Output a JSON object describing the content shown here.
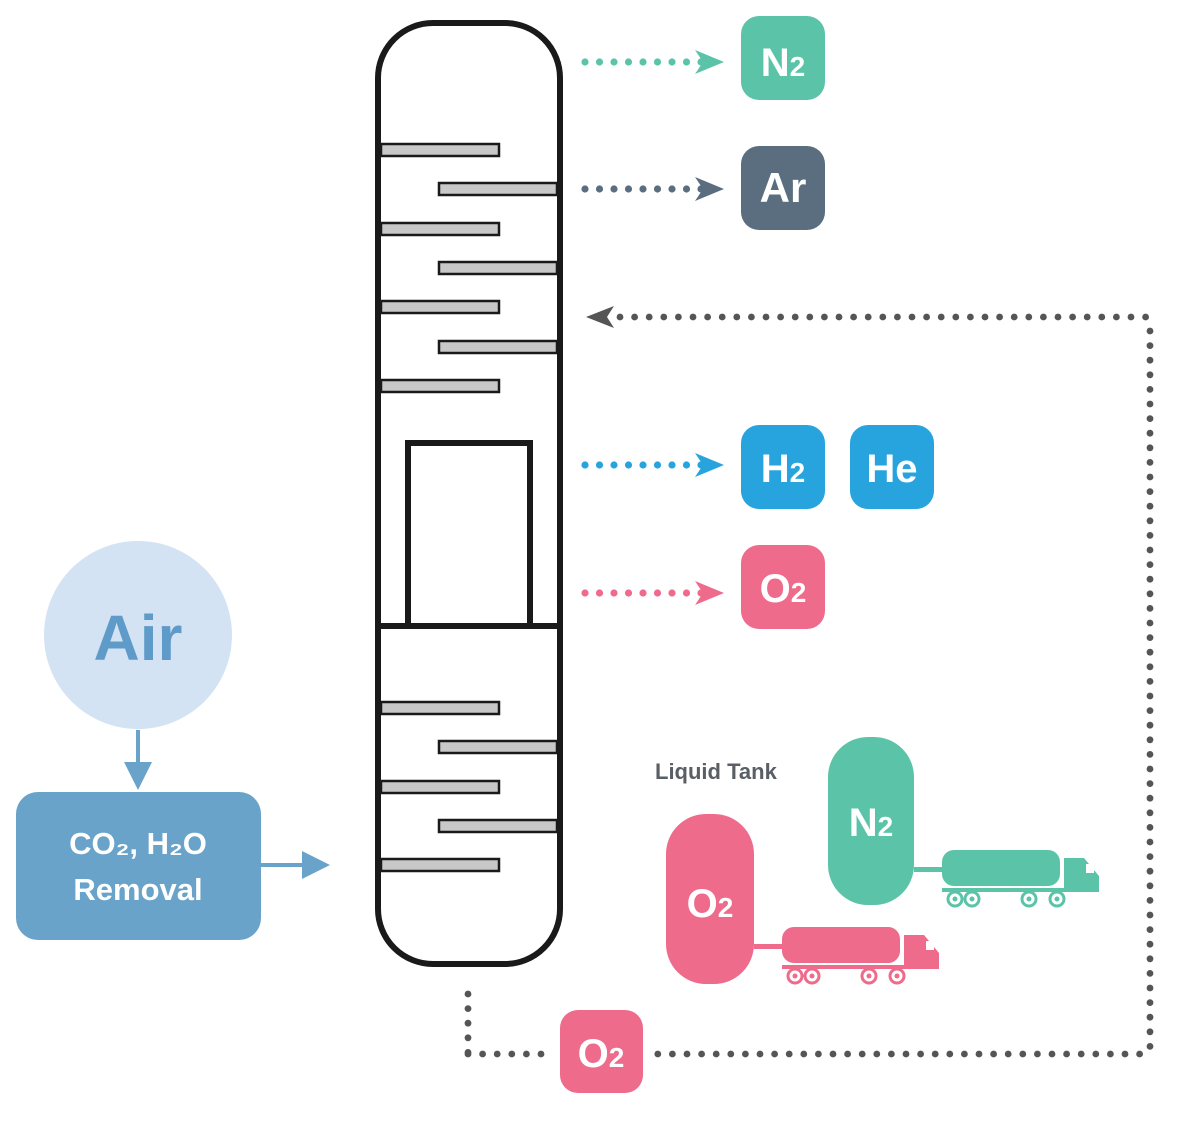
{
  "colors": {
    "n2": "#5bc4a8",
    "ar": "#5a6e80",
    "h2": "#27a3dd",
    "he": "#27a3dd",
    "o2": "#ee6b8b",
    "air_circle": "#d3e3f4",
    "air_text": "#5f9bc8",
    "removal_box": "#6aa3c9",
    "column_outline": "#1a1a1a",
    "tray_fill": "#c8c8c8",
    "recycle_line": "#555555",
    "tank_title": "#5a5f66"
  },
  "input": {
    "air_label": "Air",
    "removal_line1": "CO₂, H₂O",
    "removal_line2": "Removal"
  },
  "outputs": [
    {
      "id": "n2",
      "base": "N",
      "sub": "2"
    },
    {
      "id": "ar",
      "base": "Ar",
      "sub": ""
    },
    {
      "id": "h2",
      "base": "H",
      "sub": "2"
    },
    {
      "id": "he",
      "base": "He",
      "sub": ""
    },
    {
      "id": "o2",
      "base": "O",
      "sub": "2"
    }
  ],
  "liquid_tank": {
    "title": "Liquid Tank",
    "tanks": [
      {
        "id": "n2",
        "base": "N",
        "sub": "2"
      },
      {
        "id": "o2",
        "base": "O",
        "sub": "2"
      }
    ]
  },
  "recycle": {
    "base": "O",
    "sub": "2"
  }
}
